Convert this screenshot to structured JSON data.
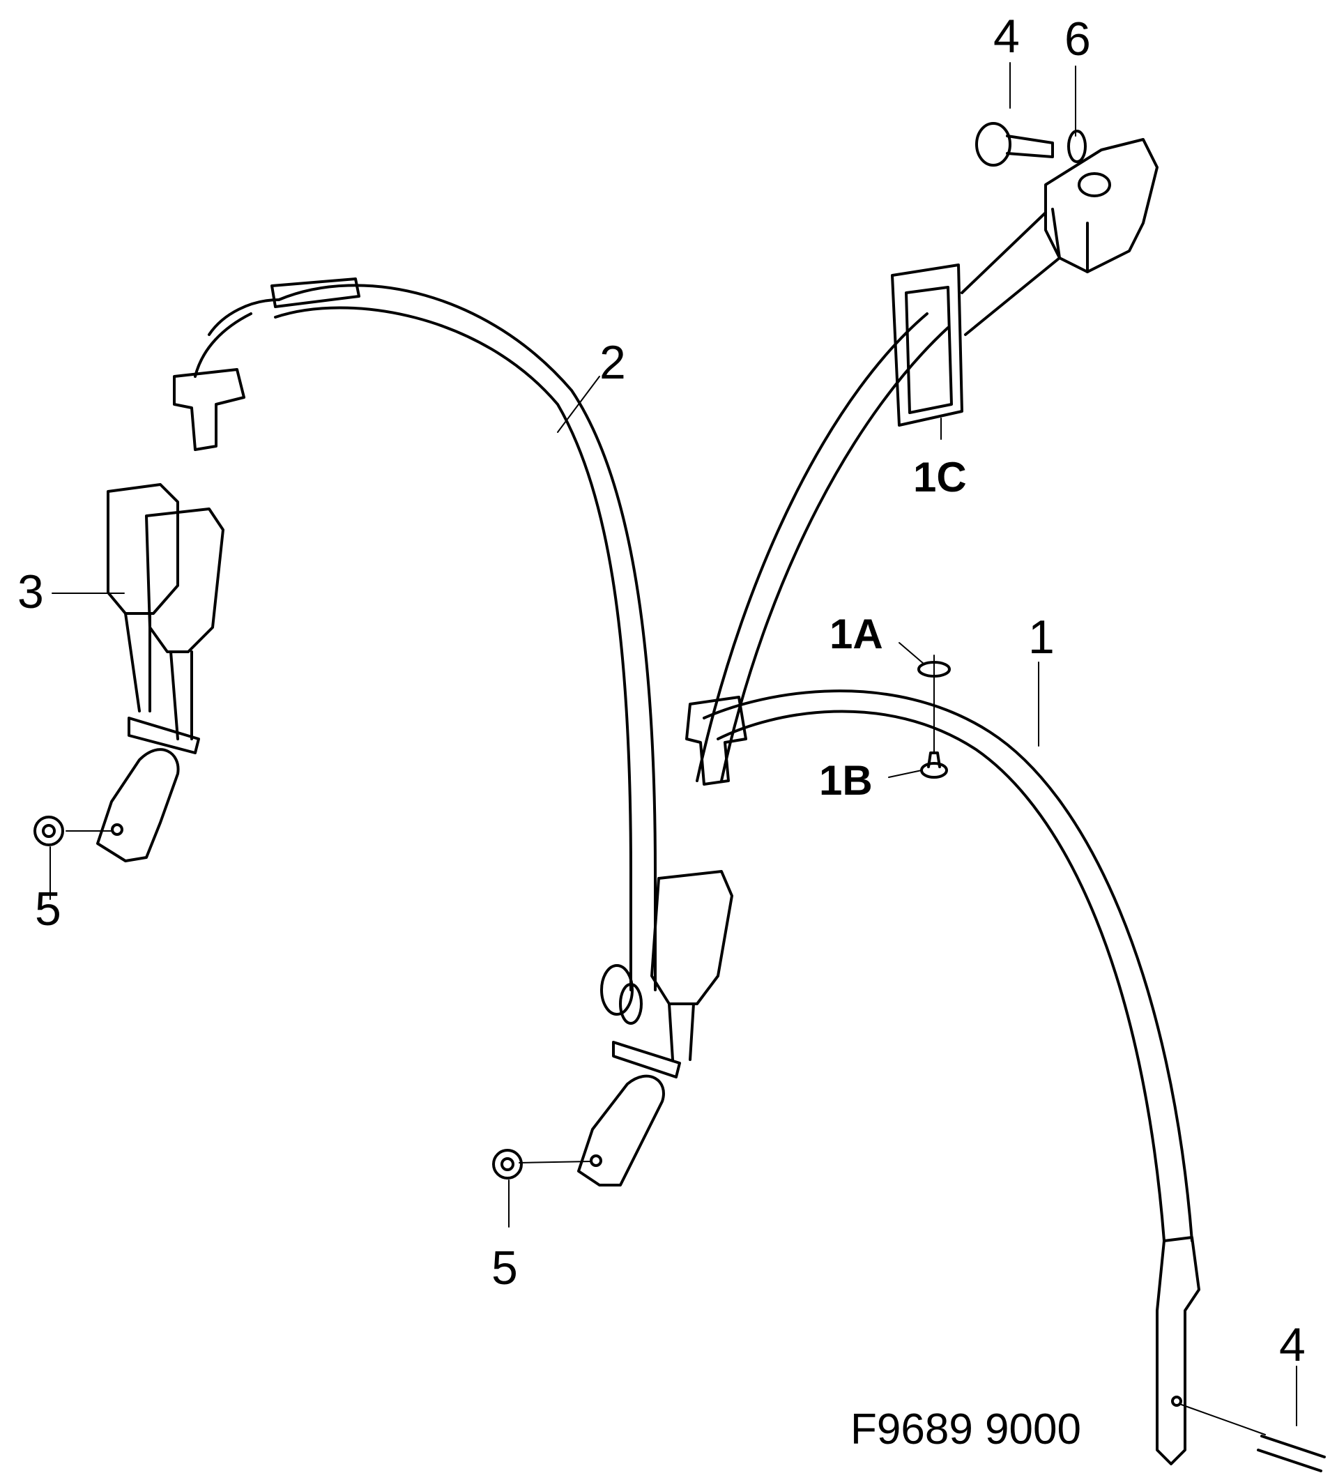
{
  "diagram": {
    "type": "exploded parts diagram",
    "subject": "rear seat belt assembly",
    "figure_id": "F9689 9000",
    "callouts": [
      {
        "id": "4",
        "label": "4",
        "part": "bolt (upper anchor)"
      },
      {
        "id": "6",
        "label": "6",
        "part": "washer"
      },
      {
        "id": "2",
        "label": "2",
        "part": "center belt strap"
      },
      {
        "id": "1C",
        "label": "1C",
        "part": "belt guide"
      },
      {
        "id": "1A",
        "label": "1A",
        "part": "button washer"
      },
      {
        "id": "1",
        "label": "1",
        "part": "outer belt strap"
      },
      {
        "id": "1B",
        "label": "1B",
        "part": "stop button"
      },
      {
        "id": "3",
        "label": "3",
        "part": "double buckle"
      },
      {
        "id": "5a",
        "label": "5",
        "part": "nut (left)"
      },
      {
        "id": "5b",
        "label": "5",
        "part": "nut (center)"
      },
      {
        "id": "4b",
        "label": "4",
        "part": "bolt (lower anchor)"
      }
    ]
  }
}
